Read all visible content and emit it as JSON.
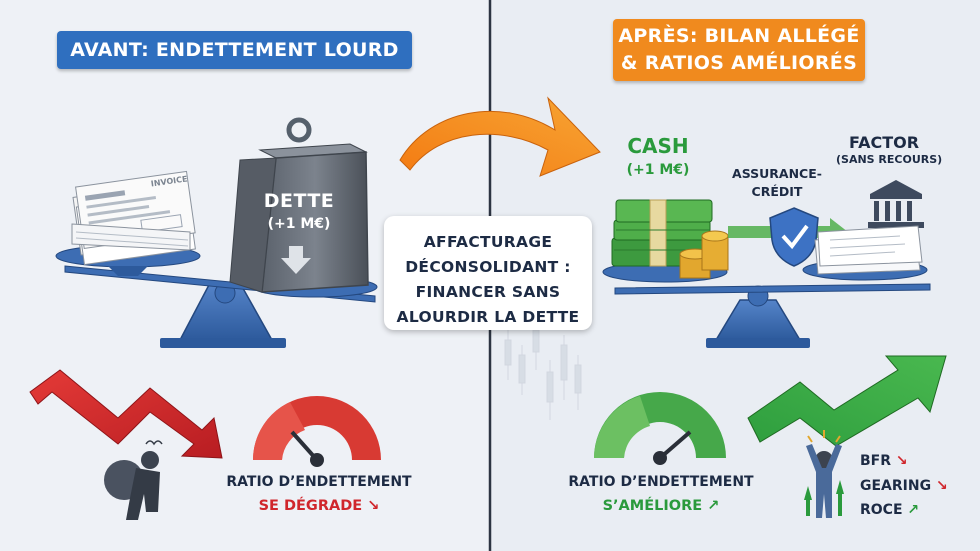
{
  "left_panel": {
    "title": "AVANT: ENDETTEMENT LOURD",
    "invoice_text": "INVOICE",
    "weight_label": "DETTE",
    "weight_amount": "(+1 M€)",
    "ratio_label": "RATIO D’ENDETTEMENT",
    "ratio_status": "SE DÉGRADE",
    "ratio_status_arrow": "↘"
  },
  "center": {
    "lines": [
      "AFFACTURAGE",
      "DÉCONSOLIDANT :",
      "FINANCER SANS",
      "ALOURDIR LA DETTE"
    ]
  },
  "right_panel": {
    "title_line1": "APRÈS: BILAN ALLÉGÉ",
    "title_line2": "& RATIOS AMÉLIORÉS",
    "cash_label": "CASH",
    "cash_amount": "(+1 M€)",
    "insurance_line1": "ASSURANCE-",
    "insurance_line2": "CRÉDIT",
    "factor_label": "FACTOR",
    "factor_sub": "(SANS RECOURS)",
    "ratio_label": "RATIO D’ENDETTEMENT",
    "ratio_status": "S’AMÉLIORE",
    "ratio_status_arrow": "↗",
    "kpis": [
      {
        "label": "BFR",
        "arrow": "↘"
      },
      {
        "label": "GEARING",
        "arrow": "↘"
      },
      {
        "label": "ROCE",
        "arrow": "↗"
      }
    ]
  },
  "colors": {
    "blue_tag": "#2f6fbf",
    "orange_tag": "#f08a1e",
    "red": "#d0262c",
    "green": "#2a9a3c",
    "navy": "#1d2b44",
    "scale_blue": "#3d6db3"
  },
  "icons": [
    "weight-icon",
    "invoice-stack-icon",
    "balance-scale-icon",
    "down-trend-arrow-icon",
    "stressed-person-icon",
    "red-gauge-icon",
    "curved-arrow-icon",
    "cash-stack-icon",
    "coins-icon",
    "shield-check-icon",
    "bank-icon",
    "green-gauge-icon",
    "up-trend-arrow-icon",
    "happy-person-icon"
  ]
}
